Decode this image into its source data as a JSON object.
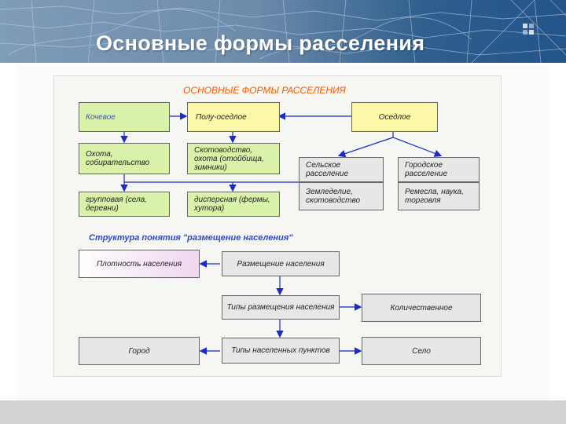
{
  "header": {
    "title": "Основные формы расселения"
  },
  "diagram": {
    "title": "ОСНОВНЫЕ ФОРМЫ РАССЕЛЕНИЯ",
    "top": {
      "nomadic": "Кочевое",
      "semi": "Полу-оседлое",
      "settled": "Оседлое"
    },
    "second": {
      "nomadic": "Охота, собирательство",
      "semi": "Скотоводство, охота (отойбища, зимники)",
      "rural": "Сельское расселение",
      "urban": "Городское расселение"
    },
    "third": {
      "group": "групповая (села, деревни)",
      "dispersed": "дисперсная (фермы, хутора)",
      "rural": "Земледелие, скотоводство",
      "urban": "Ремесла, наука, торговля"
    },
    "structure": {
      "title": "Структура понятия \"размещение населения\"",
      "density": "Плотность населения",
      "placement": "Размещение населения",
      "types_placement": "Типы размещения населения",
      "quantity": "Количественное",
      "types_settlements": "Типы населенных пунктов",
      "city": "Город",
      "village": "Село"
    }
  },
  "colors": {
    "green": "#d9f1a9",
    "yellow": "#fbf9a8",
    "grey": "#e7e7e7",
    "pink": "#f0d6f0",
    "title_orange": "#ff5a00",
    "struct_blue": "#3048c8",
    "arrow_blue": "#1b2bc4"
  }
}
